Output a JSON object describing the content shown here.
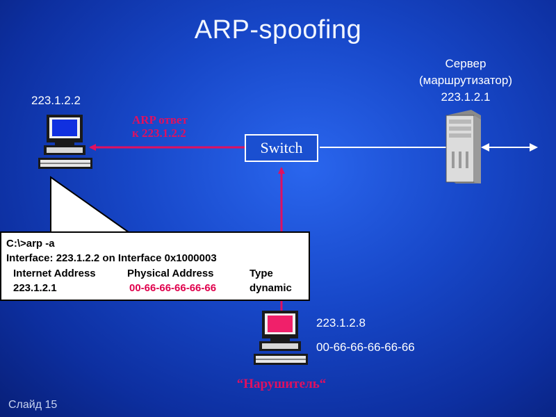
{
  "title": "ARP-spoofing",
  "victim": {
    "ip": "223.1.2.2"
  },
  "server": {
    "line1": "Сервер",
    "line2": "(маршрутизатор)",
    "ip": "223.1.2.1"
  },
  "arp_reply": {
    "line1": "ARP ответ",
    "line2": "к 223.1.2.2"
  },
  "switch": {
    "label": "Switch"
  },
  "arp_table": {
    "command": "C:\\>arp -a",
    "interface": "Interface: 223.1.2.2 on Interface 0x1000003",
    "headers": {
      "internet": "Internet Address",
      "physical": "Physical Address",
      "type": "Type"
    },
    "row": {
      "internet": "223.1.2.1",
      "physical": "00-66-66-66-66-66",
      "type": "dynamic"
    }
  },
  "attacker": {
    "ip": "223.1.2.8",
    "mac": "00-66-66-66-66-66",
    "label": "“Нарушитель“"
  },
  "footer": {
    "slide": "Слайд 15"
  },
  "colors": {
    "attack": "#e01060",
    "line": "#ffffff",
    "screen_victim": "#1030e0",
    "screen_attacker": "#f0206a"
  }
}
